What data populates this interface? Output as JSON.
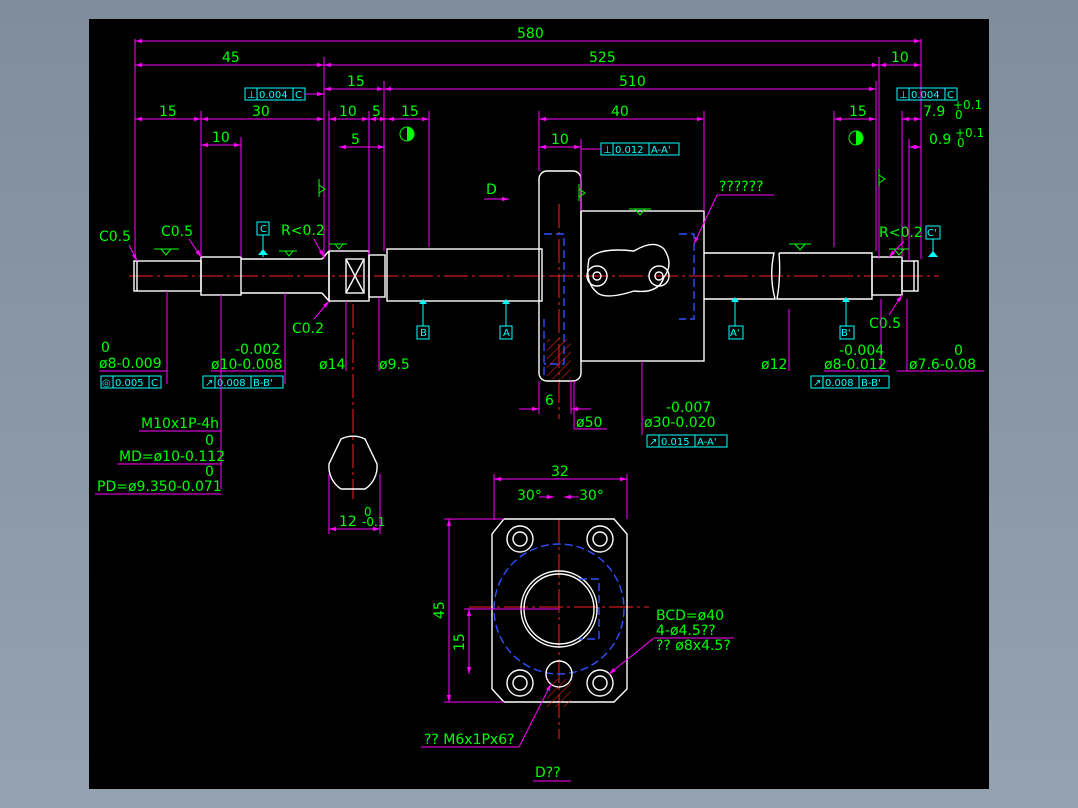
{
  "colors": {
    "background": "#000000",
    "dimension": "#ff00ff",
    "text": "#00ff00",
    "frame_text": "#00ffff",
    "object": "#ffffff",
    "center": "#ff2020",
    "hidden": "#3050ff"
  },
  "dims_top": {
    "d580": "580",
    "d45": "45",
    "d525": "525",
    "d10": "10",
    "d15a": "15",
    "d510": "510",
    "d15b": "15",
    "d30": "30",
    "d10b": "10",
    "d10c": "10",
    "d5a": "5",
    "d15c": "15",
    "d40": "40",
    "d10d": "10",
    "d5b": "5",
    "d15d": "15",
    "d7_9": "7.9",
    "d7_9_tol_up": "+0.1",
    "d7_9_tol_lo": "0",
    "d0_9": "0.9",
    "d0_9_tol_up": "+0.1",
    "d0_9_tol_lo": "0"
  },
  "tolerance_frames": {
    "perp_left": {
      "sym": "⊥",
      "val": "0.004",
      "ref": "C"
    },
    "perp_right": {
      "sym": "⊥",
      "val": "0.004",
      "ref": "C"
    },
    "perp_nut": {
      "sym": "⊥",
      "val": "0.012",
      "ref": "A-A'"
    },
    "conc_left": {
      "sym": "◎",
      "val": "0.005",
      "ref": "C"
    },
    "runout_left": {
      "sym": "↗",
      "val": "0.008",
      "ref": "B-B'"
    },
    "runout_right": {
      "sym": "↗",
      "val": "0.008",
      "ref": "B-B'"
    },
    "runout_nut": {
      "sym": "↗",
      "val": "0.015",
      "ref": "A-A'"
    }
  },
  "datums": {
    "a1": "A",
    "a2": "A'",
    "b1": "B",
    "b2": "B'",
    "c1": "C",
    "c2": "C'"
  },
  "labels": {
    "c05_left": "C0.5",
    "c05_mid": "C0.5",
    "r02_left": "R<0.2",
    "r02_right": "R<0.2",
    "c02": "C0.2",
    "c05_right": "C0.5",
    "view_d": "D",
    "nut_note": "??????",
    "d8_top": "0",
    "d8_bot": "ø8-0.009",
    "d10_top": "-0.002",
    "d10_bot": "ø10-0.008",
    "d14": "ø14",
    "d9_5": "ø9.5",
    "thread": "M10x1P-4h",
    "md_top": "0",
    "md_bot": "MD=ø10-0.112",
    "pd_top": "0",
    "pd_bot": "PD=ø9.350-0.071",
    "d6": "6",
    "d50": "ø50",
    "d30_top": "-0.007",
    "d30_bot": "ø30-0.020",
    "d12": "ø12",
    "d8r_top": "-0.004",
    "d8r_bot": "ø8-0.012",
    "d76_top": "0",
    "d76_bot": "ø7.6-0.08",
    "flat": "12",
    "flat_tol_up": "0",
    "flat_tol_lo": "-0.1"
  },
  "flange_view": {
    "w32": "32",
    "a30l": "30°",
    "a30r": "30°",
    "h45": "45",
    "h15": "15",
    "bcd": "BCD=ø40",
    "holes": "4-ø4.5??",
    "cbore": "?? ø8x4.5?",
    "tap": "?? M6x1Px6?",
    "title": "D??"
  }
}
